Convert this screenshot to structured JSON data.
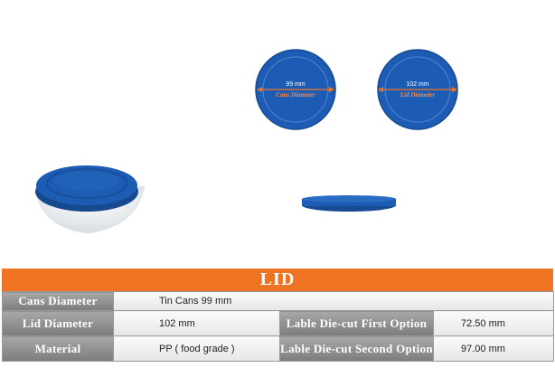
{
  "title": "LID",
  "diagrams": {
    "cans": {
      "measure": "99 mm",
      "caption": "Cans Diameter"
    },
    "lid": {
      "measure": "102 mm",
      "caption": "Lid Diameter"
    }
  },
  "specs": {
    "row1": {
      "label": "Cans Diameter",
      "value": "Tin Cans 99 mm"
    },
    "row2": {
      "label": "Lid Diameter",
      "value": "102 mm",
      "label2": "Lable Die-cut First Option",
      "value2": "72.50 mm"
    },
    "row3": {
      "label": "Material",
      "value": "PP ( food grade )",
      "label2": "Lable Die-cut Second Option",
      "value2": "97.00 mm"
    }
  },
  "colors": {
    "lid_blue": "#1d5cb4",
    "accent_orange": "#ee7424",
    "label_gray": "#8a8a8a"
  }
}
